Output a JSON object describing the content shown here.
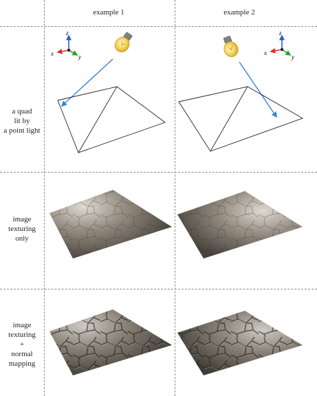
{
  "columns": [
    "example 1",
    "example 2"
  ],
  "rows": [
    {
      "label_lines": [
        "a quad",
        "lit by",
        "a point light"
      ]
    },
    {
      "label_lines": [
        "image",
        "texturing",
        "only"
      ]
    },
    {
      "label_lines": [
        "image",
        "texturing",
        "+",
        "normal",
        "mapping"
      ]
    }
  ],
  "axes": {
    "x": "x",
    "y": "y",
    "z": "z"
  },
  "colors": {
    "axis_x": "#e0301e",
    "axis_y": "#2aa02a",
    "axis_z": "#2a5bd7",
    "light_ray": "#3b82d6",
    "bulb": "#f3d35a",
    "stone": "#8d857b"
  }
}
